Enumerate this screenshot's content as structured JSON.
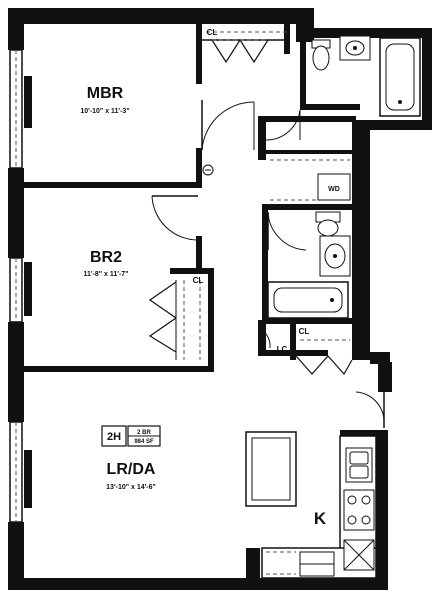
{
  "rooms": {
    "mbr": {
      "name": "MBR",
      "dims": "10'-10\" x 11'-3\""
    },
    "br2": {
      "name": "BR2",
      "dims": "11'-8\" x 11'-7\""
    },
    "lrda": {
      "name": "LR/DA",
      "dims": "13'-10\" x 14'-6\""
    },
    "kitchen": {
      "name": "K"
    }
  },
  "closets": {
    "mbr_closet": "CL",
    "br2_closet": "CL",
    "hall_closet": "CL",
    "linen_closet": "LC"
  },
  "appliances": {
    "washer_dryer": "WD"
  },
  "unit_tag": {
    "unit": "2H",
    "bedrooms": "2 BR",
    "area": "984 SF"
  },
  "colors": {
    "wall": "#111111",
    "background": "#ffffff"
  }
}
